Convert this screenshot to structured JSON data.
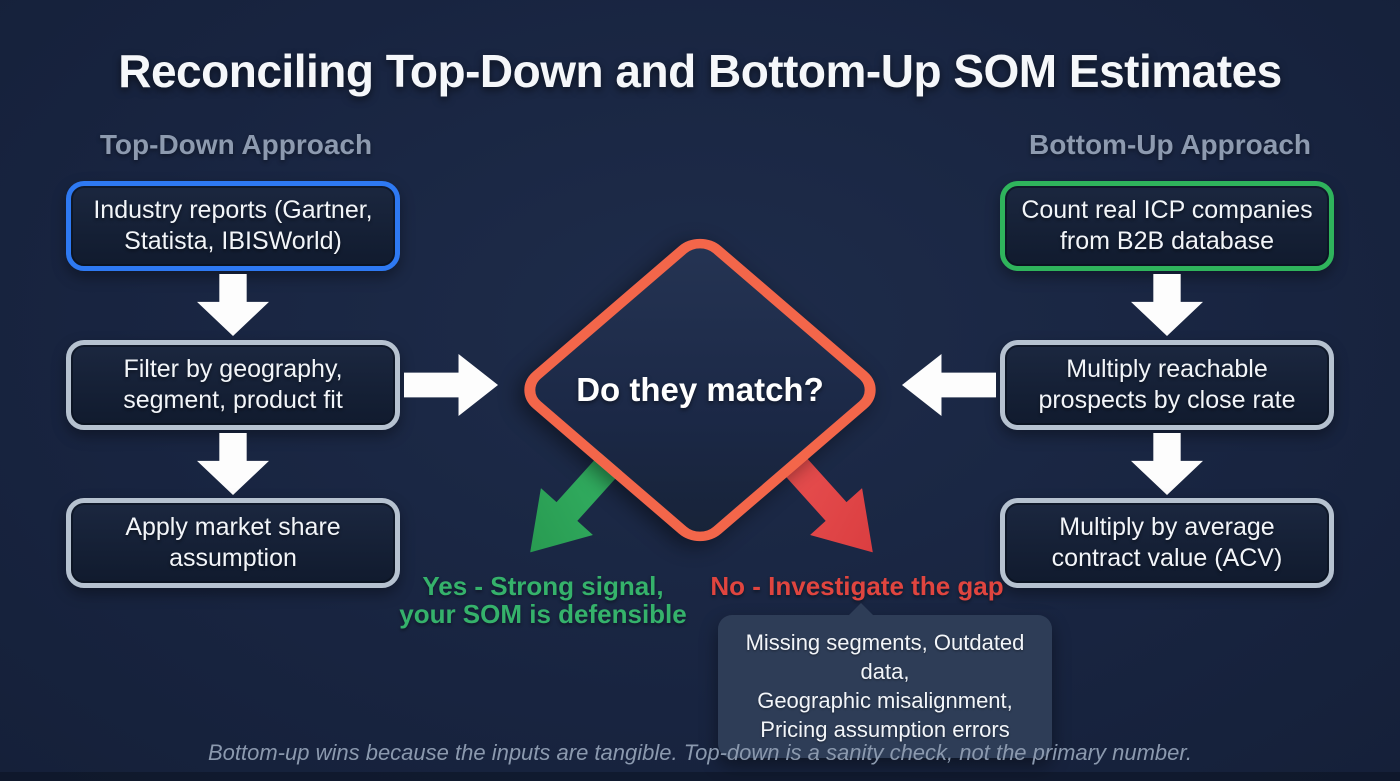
{
  "title": "Reconciling Top-Down and Bottom-Up SOM Estimates",
  "top_down": {
    "header": "Top-Down Approach",
    "boxes": [
      {
        "line1": "Industry reports (Gartner,",
        "line2": "Statista, IBISWorld)"
      },
      {
        "line1": "Filter by geography,",
        "line2": "segment, product fit"
      },
      {
        "line1": "Apply market share",
        "line2": "assumption"
      }
    ]
  },
  "bottom_up": {
    "header": "Bottom-Up Approach",
    "boxes": [
      {
        "line1": "Count real ICP companies",
        "line2": "from B2B database"
      },
      {
        "line1": "Multiply reachable",
        "line2": "prospects by close rate"
      },
      {
        "line1": "Multiply by average",
        "line2": "contract value (ACV)"
      }
    ]
  },
  "decision": {
    "question": "Do they match?"
  },
  "yes_outcome": {
    "line1": "Yes - Strong signal,",
    "line2": "your SOM is defensible"
  },
  "no_outcome": {
    "label": "No - Investigate the gap",
    "reasons": {
      "line1": "Missing segments, Outdated data,",
      "line2": "Geographic misalignment,",
      "line3": "Pricing assumption errors"
    }
  },
  "footer": "Bottom-up wins because the inputs are tangible. Top-down is a sanity check, not the primary number.",
  "colors": {
    "background": "#182440",
    "top_down_accent": "#2e79f2",
    "bottom_up_accent": "#2fb45c",
    "neutral_border": "#b6c2d0",
    "decision_accent": "#f3664a",
    "yes_color": "#35b26b",
    "no_color": "#e0453f",
    "tooltip_background": "#2e3d57"
  }
}
